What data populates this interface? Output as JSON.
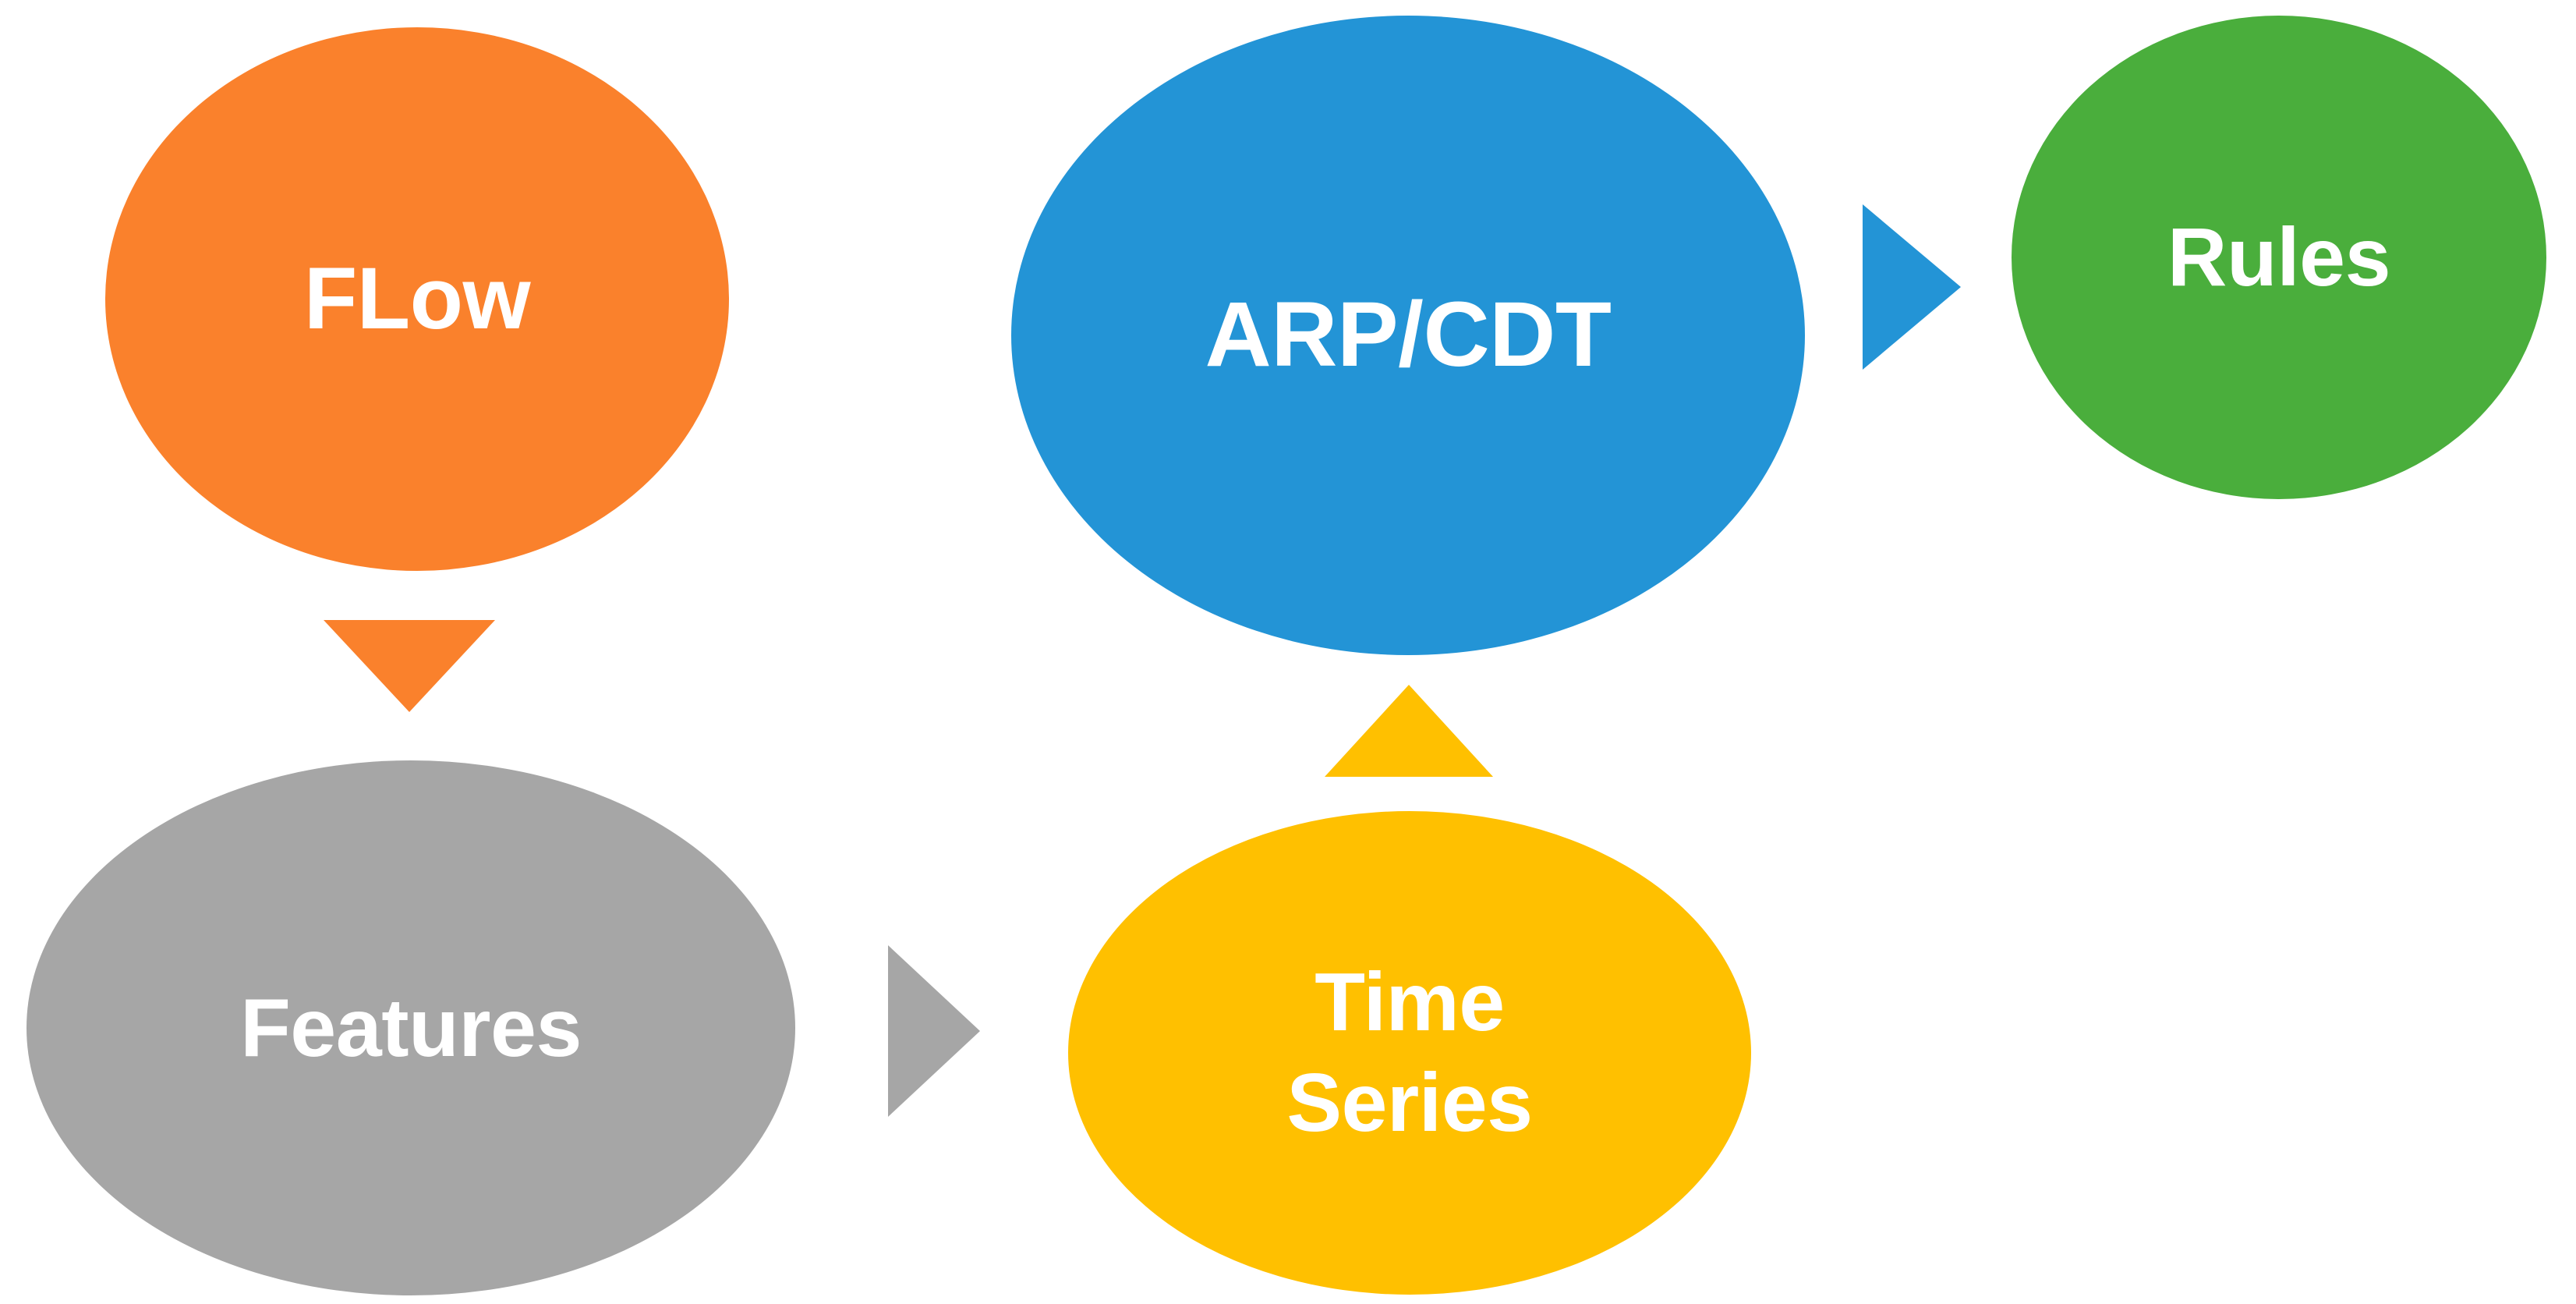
{
  "diagram": {
    "background_color": "#FFFFFF",
    "nodes": [
      {
        "id": "flow",
        "label": "FLow",
        "shape": "ellipse",
        "fill_color": "#FA812C",
        "text_color": "#FFFFFF"
      },
      {
        "id": "arpcdt",
        "label": "ARP/CDT",
        "shape": "ellipse",
        "fill_color": "#2394D6",
        "text_color": "#FFFFFF"
      },
      {
        "id": "rules",
        "label": "Rules",
        "shape": "circle",
        "fill_color": "#4AAE3C",
        "text_color": "#FFFFFF"
      },
      {
        "id": "features",
        "label": "Features",
        "shape": "ellipse",
        "fill_color": "#A6A6A6",
        "text_color": "#FFFFFF"
      },
      {
        "id": "timeseries",
        "label": "Time\nSeries",
        "shape": "ellipse",
        "fill_color": "#FFC000",
        "text_color": "#FFFFFF"
      }
    ],
    "arrows": [
      {
        "id": "flow-to-features",
        "from": "flow",
        "to": "features",
        "direction": "down",
        "color": "#FA812C"
      },
      {
        "id": "features-to-timeseries",
        "from": "features",
        "to": "timeseries",
        "direction": "right",
        "color": "#A6A6A6"
      },
      {
        "id": "timeseries-to-arpcdt",
        "from": "timeseries",
        "to": "arpcdt",
        "direction": "up",
        "color": "#FFC000"
      },
      {
        "id": "arpcdt-to-rules",
        "from": "arpcdt",
        "to": "rules",
        "direction": "right",
        "color": "#2394D6"
      }
    ]
  }
}
